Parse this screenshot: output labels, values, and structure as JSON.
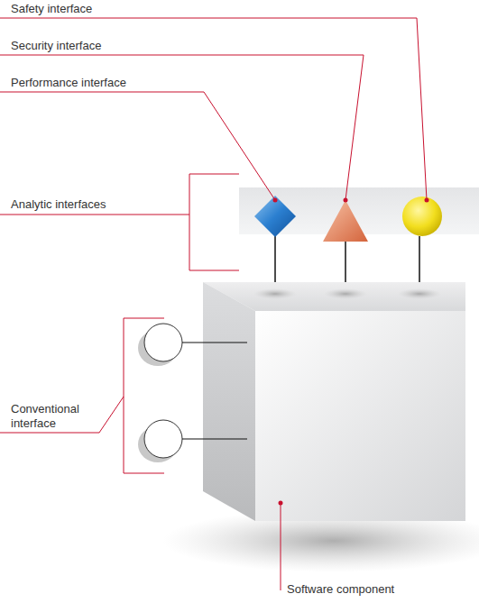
{
  "diagram": {
    "labels": [
      "Safety interface",
      "Security interface",
      "Performance interface",
      "Analytic interfaces",
      "Conventional interface",
      "Software component"
    ]
  }
}
